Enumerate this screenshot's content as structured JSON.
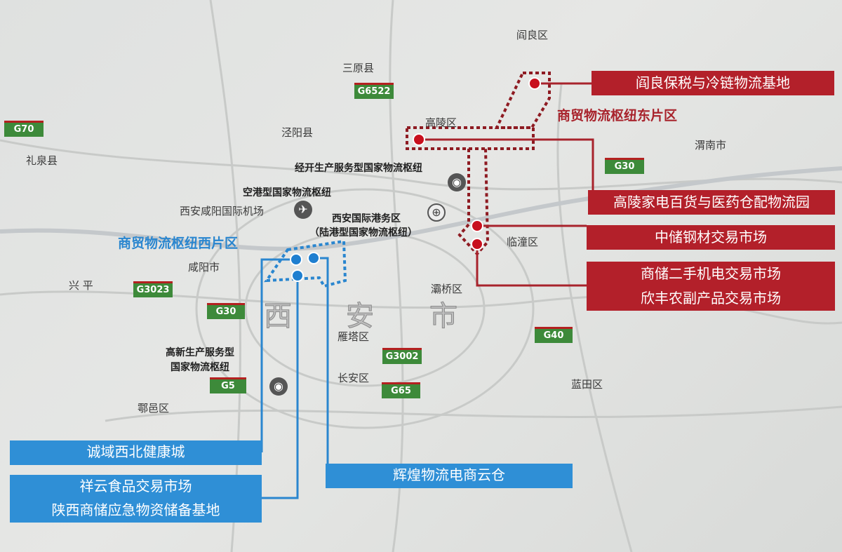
{
  "places": {
    "yanliang": "阎良区",
    "sanyuan": "三原县",
    "gaoling": "高陵区",
    "jingyang": "泾阳县",
    "weinan": "渭南市",
    "liquan": "礼泉县",
    "airport": "西安咸阳国际机场",
    "xianyang": "咸阳市",
    "xingping": "兴 平",
    "lintong": "临潼区",
    "baqiao": "灞桥区",
    "yanta": "雁塔区",
    "changan": "长安区",
    "lantian": "蓝田区",
    "huyi": "鄠邑区"
  },
  "city_label": [
    "西",
    "安",
    "市"
  ],
  "hubs": {
    "jingkai": "经开生产服务型国家物流枢纽",
    "konggang": "空港型国家物流枢纽",
    "gangwu_1": "西安国际港务区",
    "gangwu_2": "（陆港型国家物流枢纽）",
    "gaoxin_1": "高新生产服务型",
    "gaoxin_2": "国家物流枢纽"
  },
  "highways": [
    "G70",
    "G6522",
    "G30",
    "G3023",
    "G30",
    "G40",
    "G3002",
    "G5",
    "G65"
  ],
  "zones": {
    "east": {
      "title": "商贸物流枢纽东片区",
      "color": "#a8232c",
      "sites": [
        "阎良保税与冷链物流基地",
        "高陵家电百货与医药仓配物流园",
        "中储钢材交易市场",
        "商储二手机电交易市场",
        "欣丰农副产品交易市场"
      ]
    },
    "west": {
      "title": "商贸物流枢纽西片区",
      "color": "#2a86cf",
      "sites": [
        "诚域西北健康城",
        "辉煌物流电商云仓",
        "祥云食品交易市场",
        "陕西商储应急物资储备基地"
      ]
    }
  },
  "icons": {
    "airport": "airplane-icon",
    "port": "railway-station-icon",
    "hub": "logistics-hub-icon"
  }
}
